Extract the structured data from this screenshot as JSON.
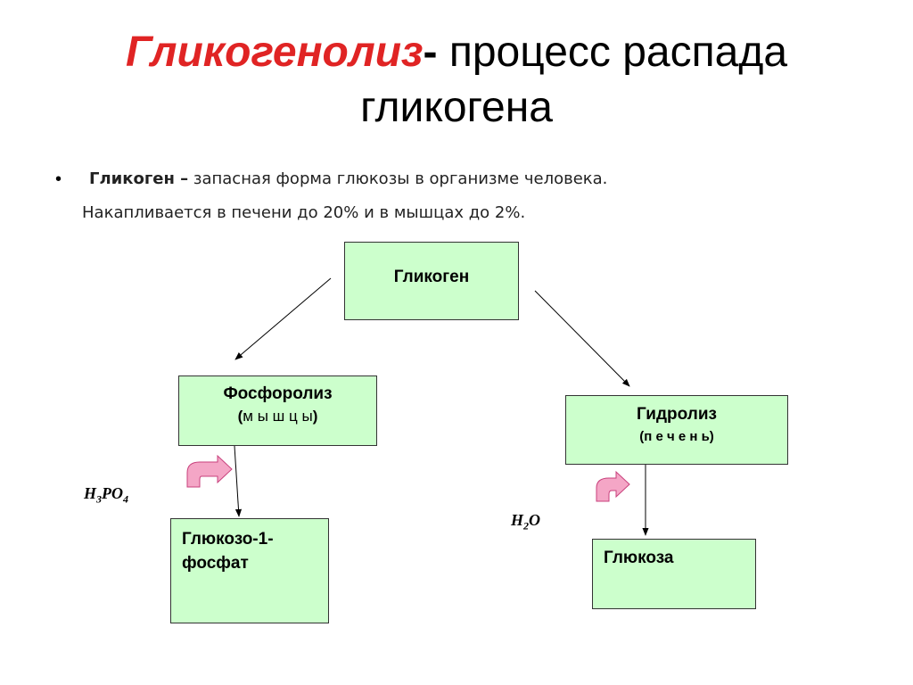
{
  "title": {
    "accent": "Гликогенолиз",
    "dash": "-",
    "rest_line1": " процесс распада",
    "rest_line2": "гликогена"
  },
  "definition": {
    "term": "Гликоген –",
    "text": " запасная форма глюкозы в организме человека.",
    "line2": "Накапливается в печени до 20% и в мышцах до 2%."
  },
  "boxes": {
    "glycogen": "Гликоген",
    "phosphorolysis": {
      "label": "Фосфоролиз",
      "open": "(",
      "spaced": "м ы ш ц ы",
      "close": ")"
    },
    "hydrolysis": {
      "label": "Гидролиз",
      "sub": "(п е ч е н ь)"
    },
    "g1p_line1": "Глюкозо-1-",
    "g1p_line2": "фосфат",
    "glucose": "Глюкоза"
  },
  "reagents": {
    "phosphoric": {
      "p1": "H",
      "s1": "3",
      "p2": "PO",
      "s2": "4"
    },
    "water": {
      "p1": "H",
      "s1": "2",
      "p2": "O"
    }
  },
  "colors": {
    "accent": "#e02424",
    "box_fill": "#ccffcc",
    "pink_arrow": "#f4a6c6"
  }
}
